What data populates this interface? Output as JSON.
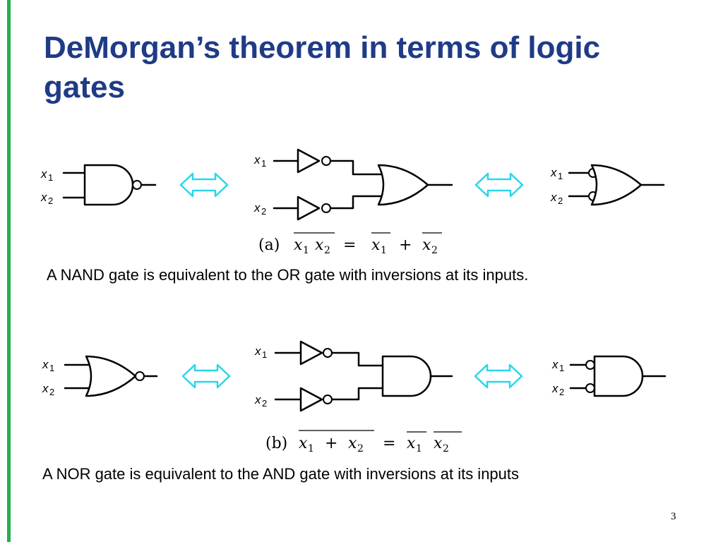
{
  "title": "DeMorgan’s theorem in terms of logic gates",
  "variables": {
    "x": "x",
    "sub1": "1",
    "sub2": "2"
  },
  "equation_a": {
    "label": "(a)",
    "lhs": [
      "x1",
      "x2"
    ],
    "operator": "=",
    "rhs": [
      "x1",
      "+",
      "x2"
    ]
  },
  "equation_b": {
    "label": "(b)",
    "lhs": [
      "x1",
      "+",
      "x2"
    ],
    "operator": "=",
    "rhs": [
      "x1",
      "x2"
    ]
  },
  "symbols": {
    "equals": "=",
    "plus": "+"
  },
  "captions": {
    "nand": "A NAND gate is equivalent to the OR gate with inversions at its inputs.",
    "nor": "A NOR gate is equivalent to the AND gate with inversions at its inputs"
  },
  "slide_number": "3",
  "colors": {
    "title": "#1f3b87",
    "accent_bar": "#22b14c",
    "arrow": "#2ad6ec"
  },
  "icons": {
    "equivalence": "double-headed-arrow-icon"
  }
}
